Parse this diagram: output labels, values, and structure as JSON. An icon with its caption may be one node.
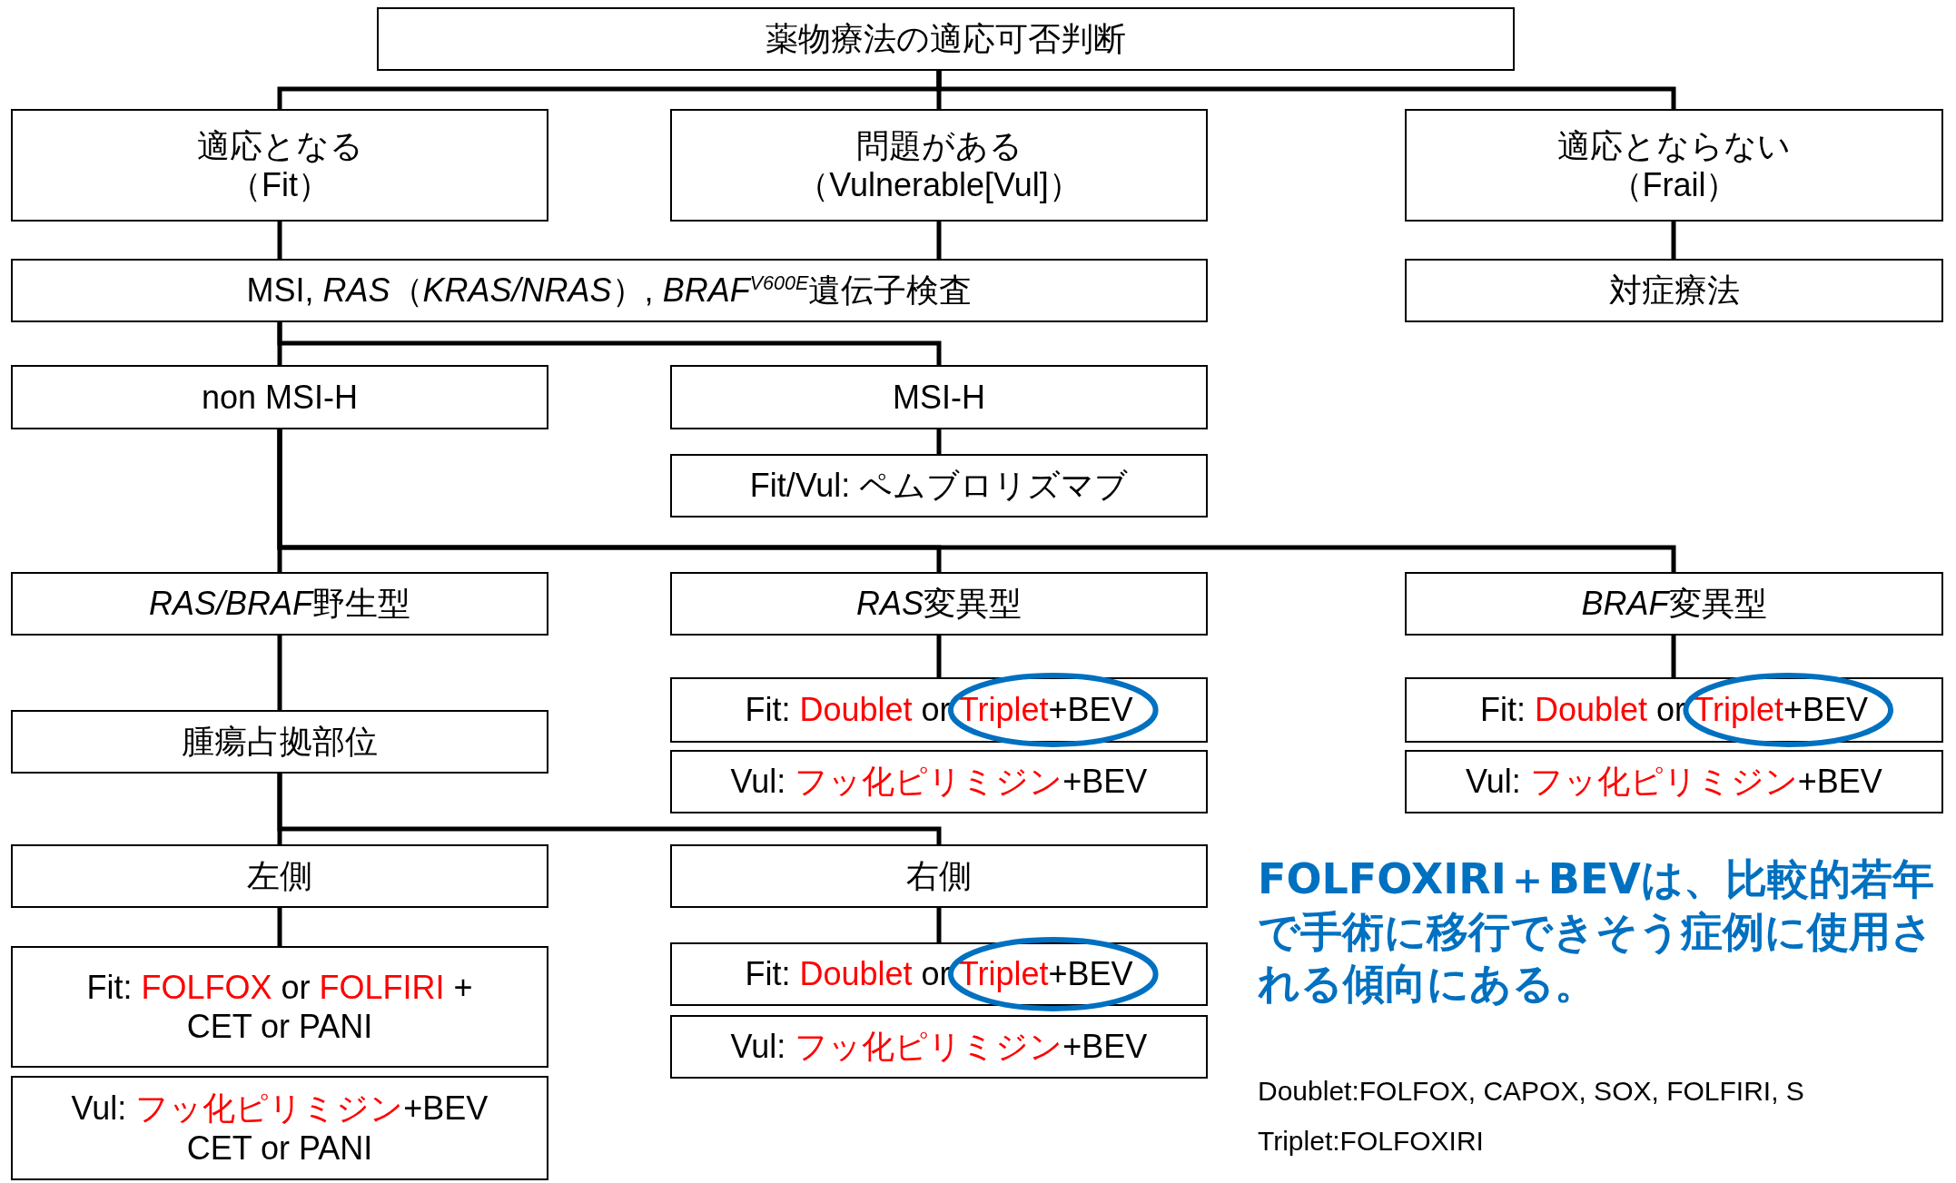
{
  "diagram": {
    "nodes": [
      {
        "text": [
          "薬物療法の適応可否判断"
        ]
      },
      {
        "text": [
          "適応となる",
          "（Fit）"
        ]
      },
      {
        "text": [
          "問題がある",
          "（Vulnerable[Vul]）"
        ]
      },
      {
        "text": [
          "適応とならない",
          "（Frail）"
        ]
      },
      {
        "text": [
          "MSI, *RAS*（*KRAS/NRAS*）, *BRAF*$^{V600E}$遺伝子検査"
        ]
      },
      {
        "text": [
          "対症療法"
        ]
      },
      {
        "text": [
          "non MSI-H"
        ]
      },
      {
        "text": [
          "MSI-H"
        ]
      },
      {
        "text": [
          "Fit/Vul: ペムブロリズマブ"
        ]
      },
      {
        "text": [
          "RAS/BRAF野生型"
        ]
      },
      {
        "text": [
          "RAS変異型"
        ]
      },
      {
        "text": [
          "BRAF変異型"
        ]
      },
      {
        "text": [
          "Fit: Doublet or Triplet+BEV"
        ]
      },
      {
        "text": [
          "Vul: フッ化ピリミジン+BEV"
        ]
      },
      {
        "text": [
          "Fit: Doublet or Triplet+BEV"
        ]
      },
      {
        "text": [
          "Vul: フッ化ピリミジン+BEV"
        ]
      },
      {
        "text": [
          "腫瘍占拠部位"
        ]
      },
      {
        "text": [
          "左側"
        ]
      },
      {
        "text": [
          "右側"
        ]
      },
      {
        "text": [
          "Fit: FOLFOX or FOLFIRI +",
          "CET or PANI"
        ]
      },
      {
        "text": [
          "Vul: フッ化ピリミジン+BEV",
          "CET or PANI"
        ]
      },
      {
        "text": [
          "Fit: Doublet or Triplet+BEV"
        ]
      },
      {
        "text": [
          "Vul: フッ化ピリミジン+BEV"
        ]
      }
    ],
    "edges": [
      {
        "from": 0,
        "to": 1,
        "arrow": "none"
      },
      {
        "from": 0,
        "to": 2,
        "arrow": "none"
      },
      {
        "from": 0,
        "to": 3,
        "arrow": "none"
      },
      {
        "from": 1,
        "to": 4,
        "arrow": "none"
      },
      {
        "from": 2,
        "to": 4,
        "arrow": "none"
      },
      {
        "from": 3,
        "to": 5,
        "arrow": "none"
      },
      {
        "from": 4,
        "to": 6,
        "arrow": "none"
      },
      {
        "from": 4,
        "to": 7,
        "arrow": "none"
      },
      {
        "from": 7,
        "to": 8,
        "arrow": "none"
      },
      {
        "from": 6,
        "to": 9,
        "arrow": "none"
      },
      {
        "from": 6,
        "to": 10,
        "arrow": "none"
      },
      {
        "from": 6,
        "to": 11,
        "arrow": "none"
      },
      {
        "from": 10,
        "to": 12,
        "arrow": "none"
      },
      {
        "from": 11,
        "to": 14,
        "arrow": "none"
      },
      {
        "from": 9,
        "to": 16,
        "arrow": "none"
      },
      {
        "from": 16,
        "to": 17,
        "arrow": "none"
      },
      {
        "from": 16,
        "to": 18,
        "arrow": "none"
      },
      {
        "from": 17,
        "to": 19,
        "arrow": "none"
      },
      {
        "from": 18,
        "to": 21,
        "arrow": "none"
      }
    ],
    "labels": [
      "FOLFOXIRI＋BEVは、比較的若年で手術に移行できそう症例に使用される傾向にある。",
      "Doublet:FOLFOX, CAPOX, SOX, FOLFIRI, S",
      "Triplet:FOLFOXIRI"
    ]
  }
}
